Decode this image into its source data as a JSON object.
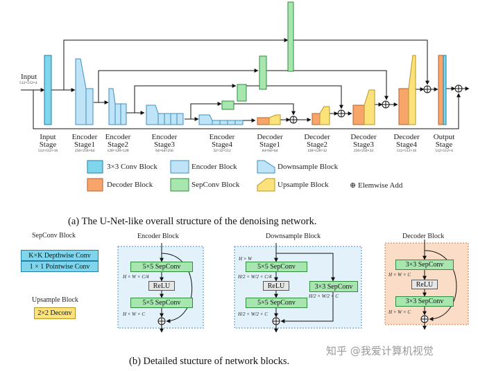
{
  "input": {
    "label": "Input",
    "dim": "512×512×4"
  },
  "stages": [
    {
      "name": "Input",
      "name2": "Stage",
      "dim": "512×512×16"
    },
    {
      "name": "Encoder",
      "name2": "Stage1",
      "dim": "256×256×64"
    },
    {
      "name": "Encoder",
      "name2": "Stage2",
      "dim": "128×128×128"
    },
    {
      "name": "Encoder",
      "name2": "Stage3",
      "dim": "64×64×256"
    },
    {
      "name": "Encoder",
      "name2": "Stage4",
      "dim": "32×32×512"
    },
    {
      "name": "Decoder",
      "name2": "Stage1",
      "dim": "64×64×64"
    },
    {
      "name": "Decoder",
      "name2": "Stage2",
      "dim": "128×128×32"
    },
    {
      "name": "Decoder",
      "name2": "Stage3",
      "dim": "256×256×32"
    },
    {
      "name": "Decoder",
      "name2": "Stage4",
      "dim": "512×512×16"
    },
    {
      "name": "Output",
      "name2": "Stage",
      "dim": "512×512×4"
    }
  ],
  "legend": {
    "conv": "3×3 Conv Block",
    "encoder": "Encoder Block",
    "downsample": "Downsample Block",
    "decoder": "Decoder Block",
    "sepconv": "SepConv Block",
    "upsample": "Upsample Block",
    "add_symbol": "⊕",
    "add": "Elemwise Add"
  },
  "captions": {
    "a": "(a) The U-Net-like overall structure of the denoising network.",
    "b": "(b) Detailed stucture of network blocks."
  },
  "sepconv_block": {
    "title": "SepConv Block",
    "row1": "K×K Depthwise Conv",
    "row2": "1 × 1 Pointwise Conv"
  },
  "upsample_block": {
    "title": "Upsample Block",
    "row1": "2×2 Deconv"
  },
  "encoder_block": {
    "title": "Encoder Block",
    "sep1": "5×5 SepConv",
    "relu": "ReLU",
    "sep2": "5×5 SepConv",
    "dim1": "H × W × C/4",
    "dim2": "H × W × C"
  },
  "downsample_block": {
    "title": "Downsample Block",
    "in_dim": "H × W",
    "sep1": "5×5 SepConv",
    "relu": "ReLU",
    "sep2": "5×5 SepConv",
    "side": "3×3 SepConv",
    "dim1": "H/2 × W/2 × C/4",
    "dim2": "H/2 × W/2 × C",
    "side_dim": "H/2 × W/2 × C"
  },
  "decoder_block": {
    "title": "Decoder Block",
    "sep1": "3×3 SepConv",
    "relu": "ReLU",
    "sep2": "3×3 SepConv",
    "dim1": "H × W × C",
    "dim2": "H × W × C"
  },
  "watermark": "知乎 @我爱计算机视觉",
  "colors": {
    "conv": "#7fd6ec",
    "encoder": "#bfe3f7",
    "sepconv": "#a8e6b0",
    "decoder": "#f7a56a",
    "upsample": "#fbe27a",
    "panel_blue": "#e3f1fb",
    "panel_orange": "#fbdcc6"
  }
}
